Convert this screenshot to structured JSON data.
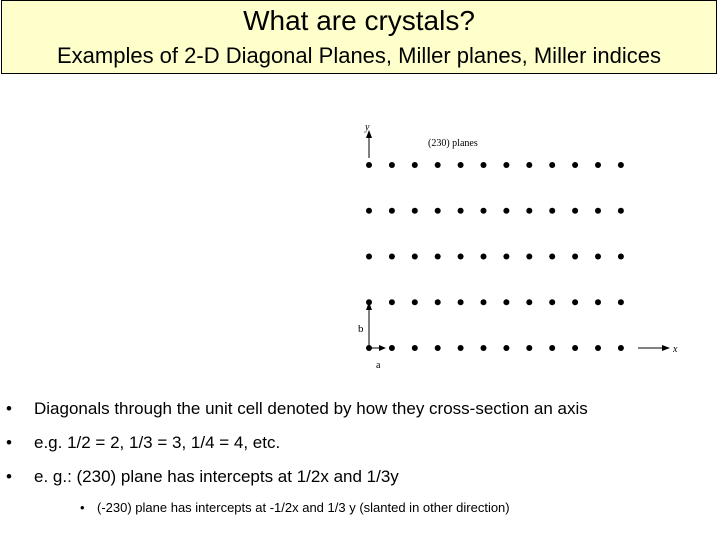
{
  "slide": {
    "title": "What are crystals?",
    "subtitle": "Examples of 2-D Diagonal Planes, Miller planes, Miller indices"
  },
  "figure": {
    "plane_label": "(230) planes",
    "axis_y": "y",
    "axis_x": "x",
    "vector_b": "b",
    "vector_a": "a",
    "lattice_rows": 5,
    "lattice_cols": 12
  },
  "bullets": [
    "Diagonals through the unit cell denoted by how they cross-section an axis",
    "e.g.  1/2 = 2,  1/3 = 3, 1/4 = 4, etc.",
    "e. g.:  (230) plane has intercepts at 1/2x and 1/3y"
  ],
  "sub_bullets": [
    "(-230) plane has intercepts at -1/2x and 1/3 y (slanted in other direction)"
  ]
}
